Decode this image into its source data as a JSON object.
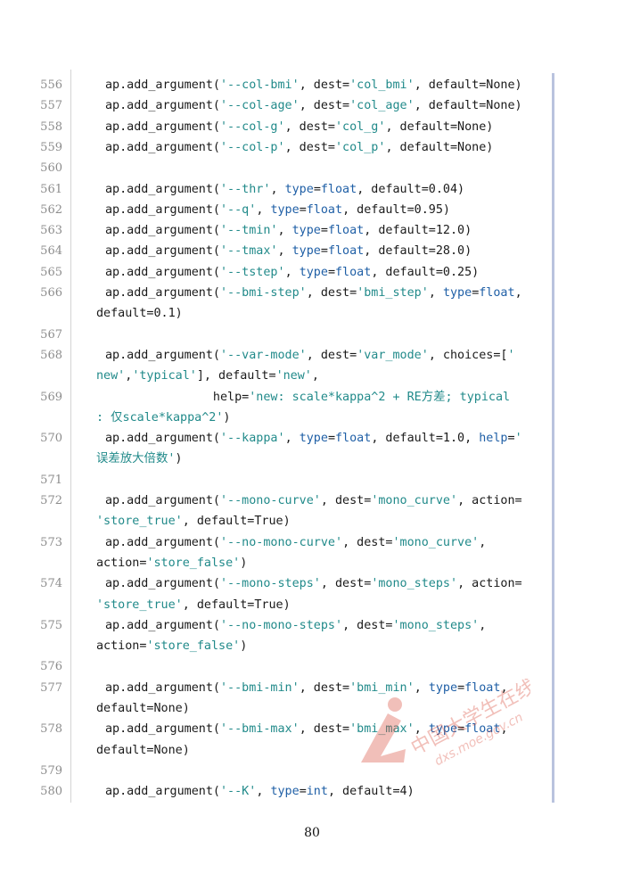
{
  "page_number": "80",
  "lines": [
    {
      "no": "556",
      "rows": [
        [
          [
            "t",
            "ap.add_argument("
          ],
          [
            "s",
            "'--col-bmi'"
          ],
          [
            "t",
            ", dest="
          ],
          [
            "s",
            "'col_bmi'"
          ],
          [
            "t",
            ", default=None)"
          ]
        ]
      ]
    },
    {
      "no": "557",
      "rows": [
        [
          [
            "t",
            "ap.add_argument("
          ],
          [
            "s",
            "'--col-age'"
          ],
          [
            "t",
            ", dest="
          ],
          [
            "s",
            "'col_age'"
          ],
          [
            "t",
            ", default=None)"
          ]
        ]
      ]
    },
    {
      "no": "558",
      "rows": [
        [
          [
            "t",
            "ap.add_argument("
          ],
          [
            "s",
            "'--col-g'"
          ],
          [
            "t",
            ", dest="
          ],
          [
            "s",
            "'col_g'"
          ],
          [
            "t",
            ", default=None)"
          ]
        ]
      ]
    },
    {
      "no": "559",
      "rows": [
        [
          [
            "t",
            "ap.add_argument("
          ],
          [
            "s",
            "'--col-p'"
          ],
          [
            "t",
            ", dest="
          ],
          [
            "s",
            "'col_p'"
          ],
          [
            "t",
            ", default=None)"
          ]
        ]
      ]
    },
    {
      "no": "560",
      "rows": []
    },
    {
      "no": "561",
      "rows": [
        [
          [
            "t",
            "ap.add_argument("
          ],
          [
            "s",
            "'--thr'"
          ],
          [
            "t",
            ", "
          ],
          [
            "k",
            "type"
          ],
          [
            "t",
            "="
          ],
          [
            "k",
            "float"
          ],
          [
            "t",
            ", default=0.04)"
          ]
        ]
      ]
    },
    {
      "no": "562",
      "rows": [
        [
          [
            "t",
            "ap.add_argument("
          ],
          [
            "s",
            "'--q'"
          ],
          [
            "t",
            ", "
          ],
          [
            "k",
            "type"
          ],
          [
            "t",
            "="
          ],
          [
            "k",
            "float"
          ],
          [
            "t",
            ", default=0.95)"
          ]
        ]
      ]
    },
    {
      "no": "563",
      "rows": [
        [
          [
            "t",
            "ap.add_argument("
          ],
          [
            "s",
            "'--tmin'"
          ],
          [
            "t",
            ", "
          ],
          [
            "k",
            "type"
          ],
          [
            "t",
            "="
          ],
          [
            "k",
            "float"
          ],
          [
            "t",
            ", default=12.0)"
          ]
        ]
      ]
    },
    {
      "no": "564",
      "rows": [
        [
          [
            "t",
            "ap.add_argument("
          ],
          [
            "s",
            "'--tmax'"
          ],
          [
            "t",
            ", "
          ],
          [
            "k",
            "type"
          ],
          [
            "t",
            "="
          ],
          [
            "k",
            "float"
          ],
          [
            "t",
            ", default=28.0)"
          ]
        ]
      ]
    },
    {
      "no": "565",
      "rows": [
        [
          [
            "t",
            "ap.add_argument("
          ],
          [
            "s",
            "'--tstep'"
          ],
          [
            "t",
            ", "
          ],
          [
            "k",
            "type"
          ],
          [
            "t",
            "="
          ],
          [
            "k",
            "float"
          ],
          [
            "t",
            ", default=0.25)"
          ]
        ]
      ]
    },
    {
      "no": "566",
      "rows": [
        [
          [
            "t",
            "ap.add_argument("
          ],
          [
            "s",
            "'--bmi-step'"
          ],
          [
            "t",
            ", dest="
          ],
          [
            "s",
            "'bmi_step'"
          ],
          [
            "t",
            ", "
          ],
          [
            "k",
            "type"
          ],
          [
            "t",
            "="
          ],
          [
            "k",
            "float"
          ],
          [
            "t",
            ","
          ]
        ],
        [
          [
            "t",
            "default=0.1)"
          ]
        ]
      ]
    },
    {
      "no": "567",
      "rows": []
    },
    {
      "no": "568",
      "rows": [
        [
          [
            "t",
            "ap.add_argument("
          ],
          [
            "s",
            "'--var-mode'"
          ],
          [
            "t",
            ", dest="
          ],
          [
            "s",
            "'var_mode'"
          ],
          [
            "t",
            ", choices=["
          ],
          [
            "s",
            "'"
          ]
        ],
        [
          [
            "s",
            "new'"
          ],
          [
            "t",
            ","
          ],
          [
            "s",
            "'typical'"
          ],
          [
            "t",
            "], default="
          ],
          [
            "s",
            "'new'"
          ],
          [
            "t",
            ","
          ]
        ]
      ]
    },
    {
      "no": "569",
      "rows": [
        [
          [
            "t",
            "               help="
          ],
          [
            "s",
            "'new: scale*kappa^2 + RE方差; typical"
          ]
        ],
        [
          [
            "s",
            ": 仅scale*kappa^2'"
          ],
          [
            "t",
            ")"
          ]
        ]
      ]
    },
    {
      "no": "570",
      "rows": [
        [
          [
            "t",
            "ap.add_argument("
          ],
          [
            "s",
            "'--kappa'"
          ],
          [
            "t",
            ", "
          ],
          [
            "k",
            "type"
          ],
          [
            "t",
            "="
          ],
          [
            "k",
            "float"
          ],
          [
            "t",
            ", default=1.0, "
          ],
          [
            "k",
            "help"
          ],
          [
            "t",
            "="
          ],
          [
            "s",
            "'"
          ]
        ],
        [
          [
            "s",
            "误差放大倍数'"
          ],
          [
            "t",
            ")"
          ]
        ]
      ]
    },
    {
      "no": "571",
      "rows": []
    },
    {
      "no": "572",
      "rows": [
        [
          [
            "t",
            "ap.add_argument("
          ],
          [
            "s",
            "'--mono-curve'"
          ],
          [
            "t",
            ", dest="
          ],
          [
            "s",
            "'mono_curve'"
          ],
          [
            "t",
            ", action="
          ]
        ],
        [
          [
            "s",
            "'store_true'"
          ],
          [
            "t",
            ", default=True)"
          ]
        ]
      ]
    },
    {
      "no": "573",
      "rows": [
        [
          [
            "t",
            "ap.add_argument("
          ],
          [
            "s",
            "'--no-mono-curve'"
          ],
          [
            "t",
            ", dest="
          ],
          [
            "s",
            "'mono_curve'"
          ],
          [
            "t",
            ","
          ]
        ],
        [
          [
            "t",
            "action="
          ],
          [
            "s",
            "'store_false'"
          ],
          [
            "t",
            ")"
          ]
        ]
      ]
    },
    {
      "no": "574",
      "rows": [
        [
          [
            "t",
            "ap.add_argument("
          ],
          [
            "s",
            "'--mono-steps'"
          ],
          [
            "t",
            ", dest="
          ],
          [
            "s",
            "'mono_steps'"
          ],
          [
            "t",
            ", action="
          ]
        ],
        [
          [
            "s",
            "'store_true'"
          ],
          [
            "t",
            ", default=True)"
          ]
        ]
      ]
    },
    {
      "no": "575",
      "rows": [
        [
          [
            "t",
            "ap.add_argument("
          ],
          [
            "s",
            "'--no-mono-steps'"
          ],
          [
            "t",
            ", dest="
          ],
          [
            "s",
            "'mono_steps'"
          ],
          [
            "t",
            ","
          ]
        ],
        [
          [
            "t",
            "action="
          ],
          [
            "s",
            "'store_false'"
          ],
          [
            "t",
            ")"
          ]
        ]
      ]
    },
    {
      "no": "576",
      "rows": []
    },
    {
      "no": "577",
      "rows": [
        [
          [
            "t",
            "ap.add_argument("
          ],
          [
            "s",
            "'--bmi-min'"
          ],
          [
            "t",
            ", dest="
          ],
          [
            "s",
            "'bmi_min'"
          ],
          [
            "t",
            ", "
          ],
          [
            "k",
            "type"
          ],
          [
            "t",
            "="
          ],
          [
            "k",
            "float"
          ],
          [
            "t",
            ","
          ]
        ],
        [
          [
            "t",
            "default=None)"
          ]
        ]
      ]
    },
    {
      "no": "578",
      "rows": [
        [
          [
            "t",
            "ap.add_argument("
          ],
          [
            "s",
            "'--bmi-max'"
          ],
          [
            "t",
            ", dest="
          ],
          [
            "s",
            "'bmi_max'"
          ],
          [
            "t",
            ", "
          ],
          [
            "k",
            "type"
          ],
          [
            "t",
            "="
          ],
          [
            "k",
            "float"
          ],
          [
            "t",
            ","
          ]
        ],
        [
          [
            "t",
            "default=None)"
          ]
        ]
      ]
    },
    {
      "no": "579",
      "rows": []
    },
    {
      "no": "580",
      "rows": [
        [
          [
            "t",
            "ap.add_argument("
          ],
          [
            "s",
            "'--K'"
          ],
          [
            "t",
            ", "
          ],
          [
            "k",
            "type"
          ],
          [
            "t",
            "="
          ],
          [
            "k",
            "int"
          ],
          [
            "t",
            ", default=4)"
          ]
        ]
      ]
    }
  ],
  "watermark": {
    "text_cn": "中国大学生在线",
    "text_url": "dxs.moe.gov.cn",
    "color": "#d94a3a"
  }
}
